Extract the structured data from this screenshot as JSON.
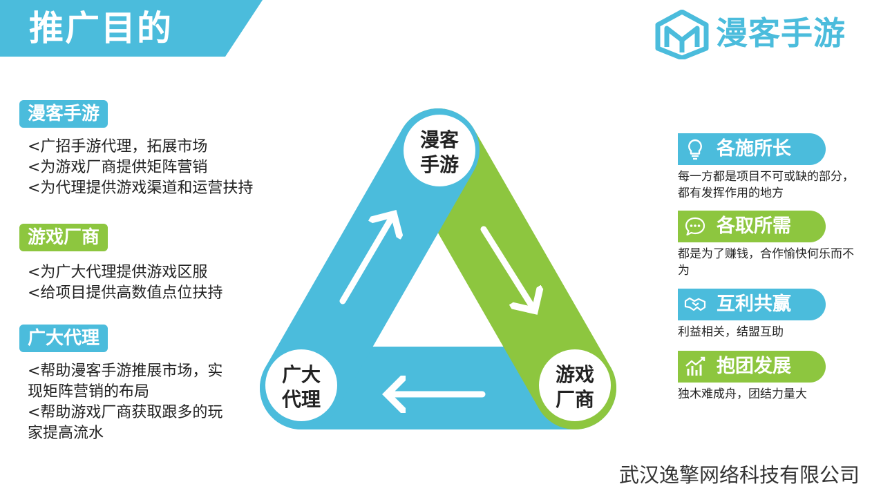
{
  "header": {
    "title": "推广目的",
    "brand_name": "漫客手游",
    "accent_color": "#4bbcdc",
    "secondary_color": "#8dc63f"
  },
  "left_sections": [
    {
      "tag": "漫客手游",
      "color": "#4bbcdc",
      "lines": [
        "<广招手游代理，拓展市场",
        "<为游戏厂商提供矩阵营销",
        "<为代理提供游戏渠道和运营扶持"
      ]
    },
    {
      "tag": "游戏厂商",
      "color": "#8dc63f",
      "lines": [
        "<为广大代理提供游戏区服",
        "<给项目提供高数值点位扶持"
      ]
    },
    {
      "tag": "广大代理",
      "color": "#4bbcdc",
      "lines": [
        "<帮助漫客手游推展市场，实",
        "现矩阵营销的布局",
        "<帮助游戏厂商获取跟多的玩",
        "家提高流水"
      ]
    }
  ],
  "diagram": {
    "nodes": [
      {
        "line1": "漫客",
        "line2": "手游"
      },
      {
        "line1": "游戏",
        "line2": "厂商"
      },
      {
        "line1": "广大",
        "line2": "代理"
      }
    ]
  },
  "features": [
    {
      "icon": "lightbulb-icon",
      "label": "各施所长",
      "color": "#4bbcdc",
      "desc": "每一方都是项目不可或缺的部分，都有发挥作用的地方"
    },
    {
      "icon": "chat-bubble-icon",
      "label": "各取所需",
      "color": "#8dc63f",
      "desc": "都是为了赚钱，合作愉快何乐而不为"
    },
    {
      "icon": "handshake-icon",
      "label": "互利共赢",
      "color": "#4bbcdc",
      "desc": "利益相关，结盟互助"
    },
    {
      "icon": "growth-chart-icon",
      "label": "抱团发展",
      "color": "#8dc63f",
      "desc": "独木难成舟，团结力量大"
    }
  ],
  "footer": {
    "company": "武汉逸擎网络科技有限公司"
  }
}
